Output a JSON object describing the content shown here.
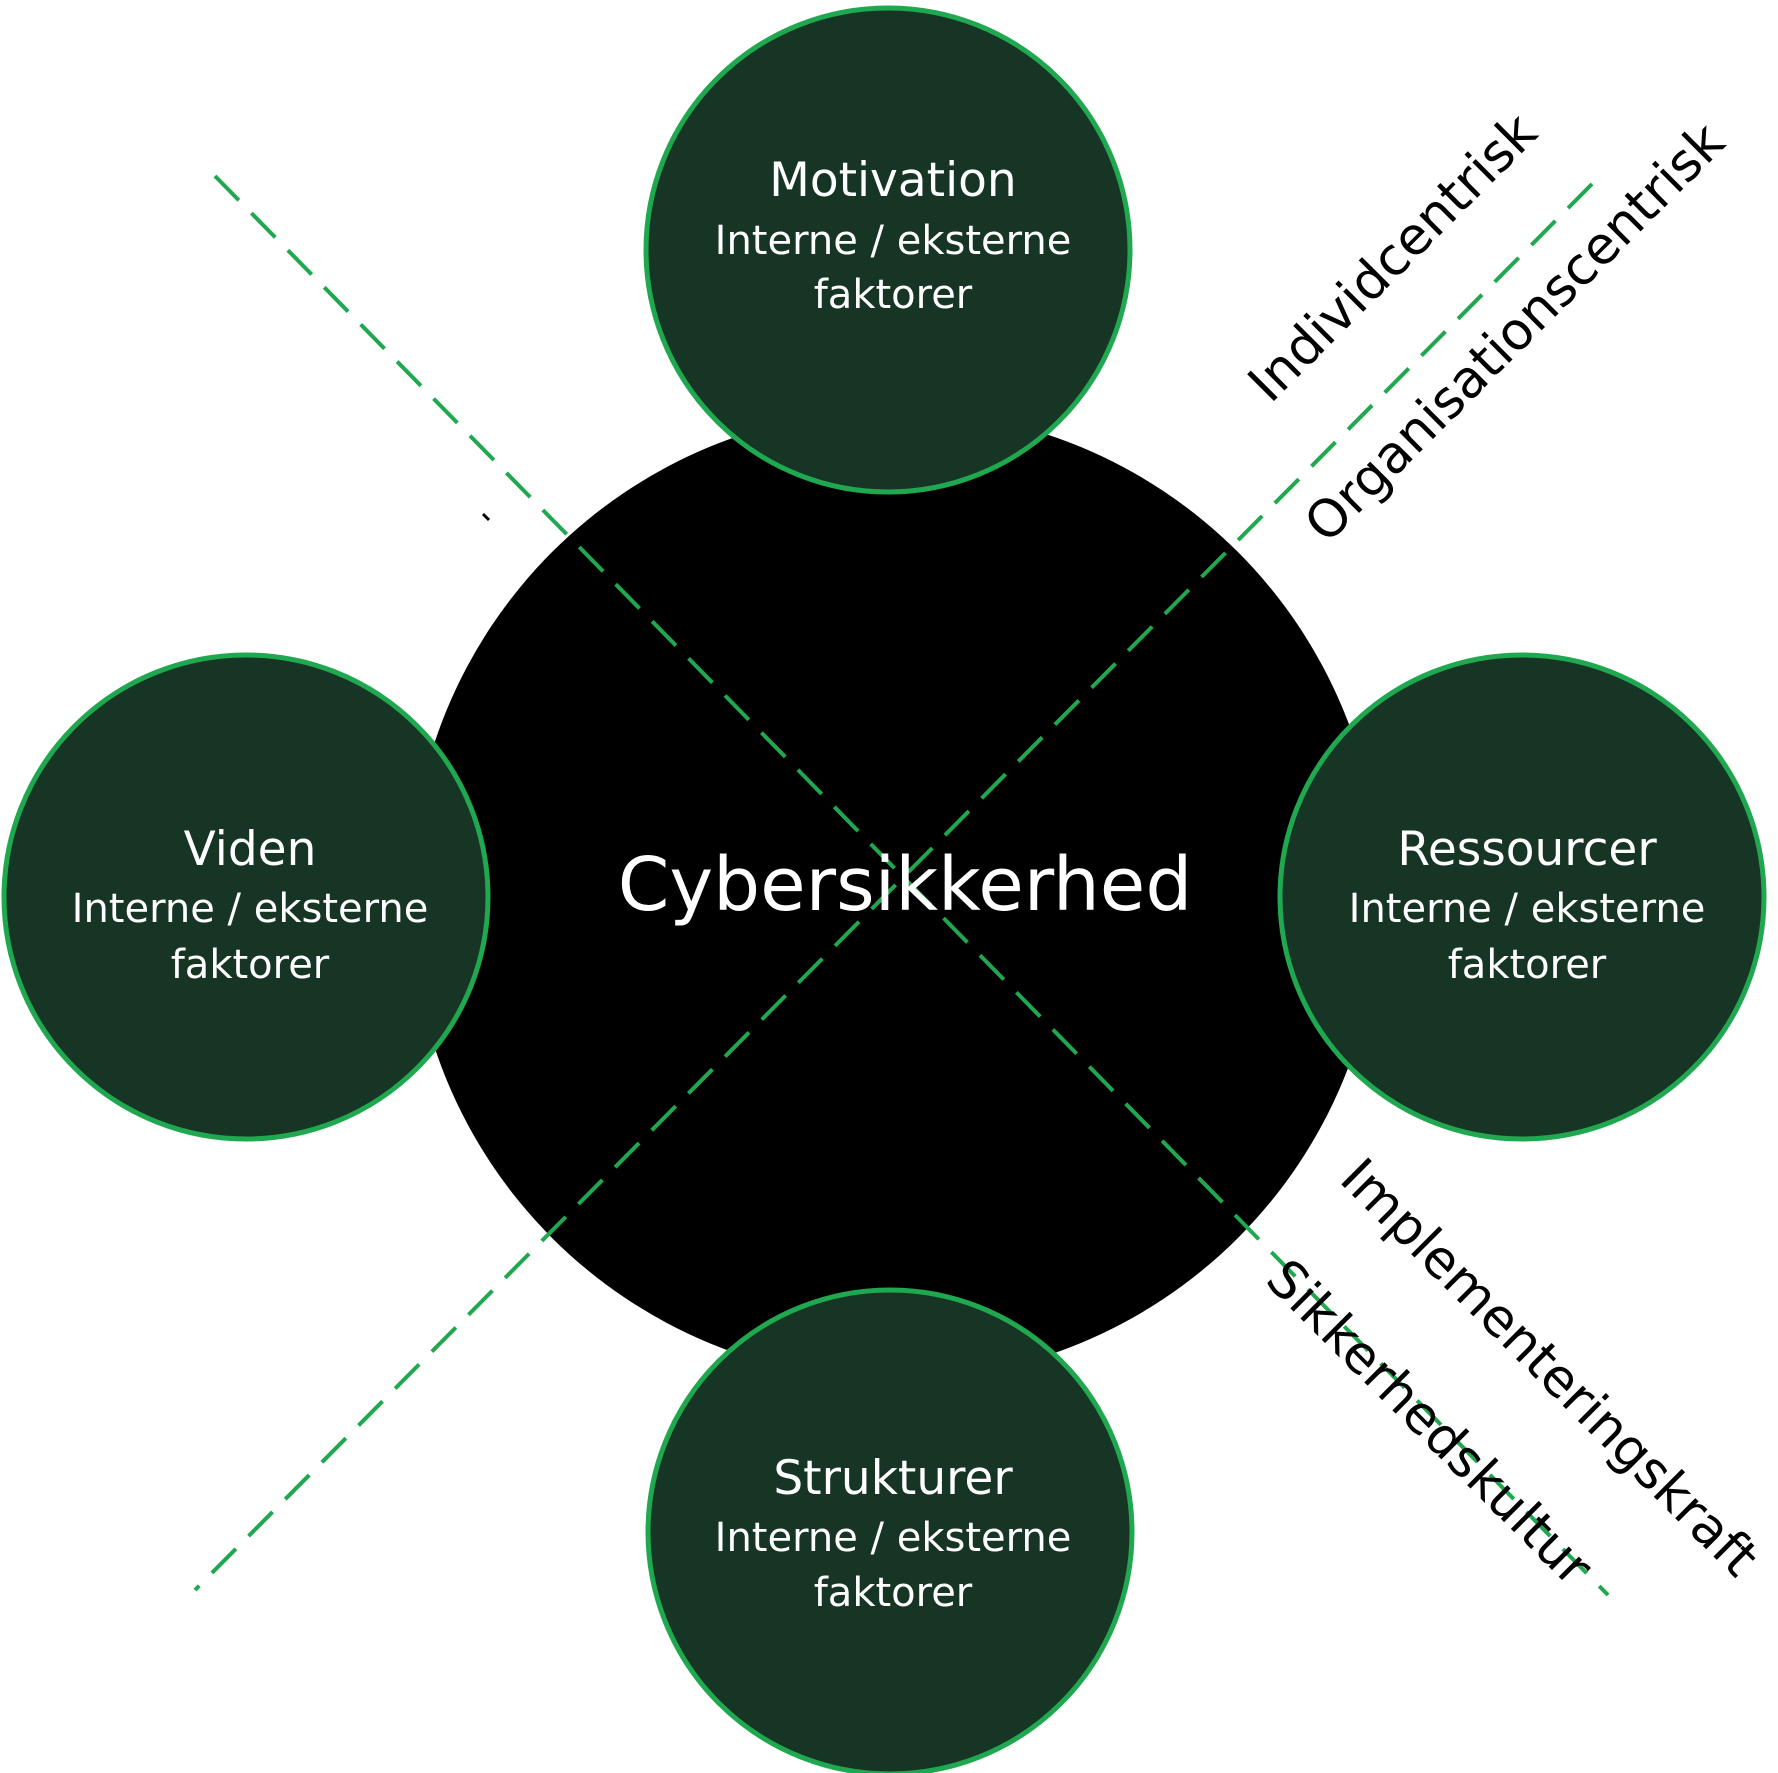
{
  "colors": {
    "center_fill": "#000000",
    "node_fill": "#163524",
    "node_stroke": "#1fa84f",
    "dash_line": "#1fa84f",
    "text_light": "#ffffff",
    "text_dark": "#000000"
  },
  "center": {
    "label": "Cybersikkerhed"
  },
  "nodes": {
    "motivation": {
      "title": "Motivation",
      "line1": "Interne / eksterne",
      "line2": "faktorer"
    },
    "viden": {
      "title": "Viden",
      "line1": "Interne / eksterne",
      "line2": "faktorer"
    },
    "ressourcer": {
      "title": "Ressourcer",
      "line1": "Interne / eksterne",
      "line2": "faktorer"
    },
    "strukturer": {
      "title": "Strukturer",
      "line1": "Interne / eksterne",
      "line2": "faktorer"
    }
  },
  "axes": {
    "individcentrisk": "Individcentrisk",
    "organisationscentrisk": "Organisationscentrisk",
    "implementeringskraft": "Implementeringskraft",
    "sikkerhedskultur": "Sikkerhedskultur"
  }
}
